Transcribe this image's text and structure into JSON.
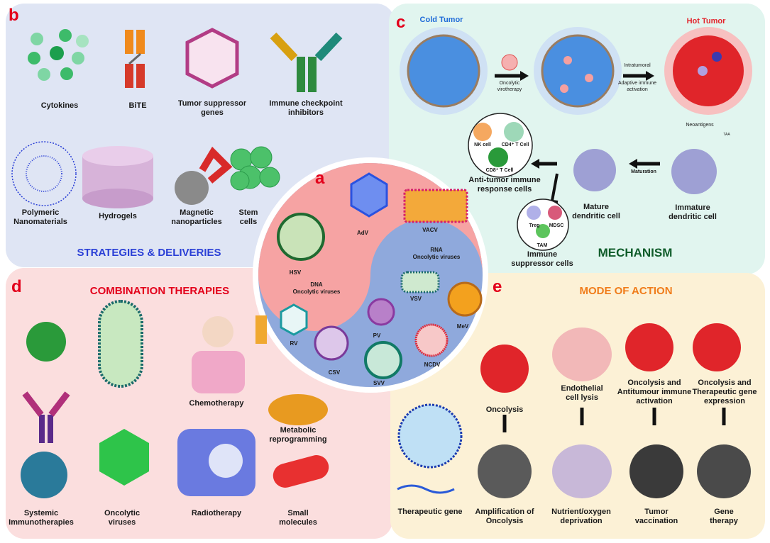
{
  "panels": {
    "a": {
      "letter": "a",
      "dna_title": "DNA",
      "dna_subtitle": "Oncolytic viruses",
      "rna_title": "RNA",
      "rna_subtitle": "Oncolytic viruses",
      "viruses": {
        "adv": "AdV",
        "vacv": "VACV",
        "hsv": "HSV",
        "vsv": "VSV",
        "mev": "MeV",
        "rv": "RV",
        "pv": "PV",
        "csv": "CSV",
        "ncdv": "NCDV",
        "svv": "SVV"
      }
    },
    "b": {
      "letter": "b",
      "title": "STRATEGIES & DELIVERIES",
      "items": {
        "cytokines": "Cytokines",
        "bite": "BiTE",
        "tsg1": "Tumor suppressor",
        "tsg2": "genes",
        "ici1": "Immune checkpoint",
        "ici2": "inhibitors",
        "poly1": "Polymeric",
        "poly2": "Nanomaterials",
        "hydrogels": "Hydrogels",
        "mag1": "Magnetic",
        "mag2": "nanoparticles",
        "stem1": "Stem",
        "stem2": "cells"
      }
    },
    "c": {
      "letter": "c",
      "title": "MECHANISM",
      "cold": "Cold Tumor",
      "hot": "Hot Tumor",
      "labels": {
        "ov1": "Oncolytic",
        "ov2": "virotherapy",
        "intra": "Intratumoral",
        "adapt1": "Adaptive immune",
        "adapt2": "activation",
        "neo": "Neoantigens",
        "taa": "TAA",
        "nk": "NK cell",
        "cd4": "CD4⁺ T Cell",
        "cd8": "CD8⁺ T Cell",
        "anti1": "Anti-tumor immune",
        "anti2": "response cells",
        "maturation": "Maturation",
        "mature1": "Mature",
        "mature2": "dendritic cell",
        "imm1": "Immature",
        "imm2": "dendritic cell",
        "treg": "Treg",
        "mdsc": "MDSC",
        "tam": "TAM",
        "sup1": "Immune",
        "sup2": "suppressor cells"
      }
    },
    "d": {
      "letter": "d",
      "title": "COMBINATION THERAPIES",
      "items": {
        "chemo": "Chemotherapy",
        "meta1": "Metabolic",
        "meta2": "reprogramming",
        "sys1": "Systemic",
        "sys2": "Immunotherapies",
        "ov1": "Oncolytic",
        "ov2": "viruses",
        "radio": "Radiotherapy",
        "small1": "Small",
        "small2": "molecules"
      }
    },
    "e": {
      "letter": "e",
      "title": "MODE OF ACTION",
      "items": {
        "oncolysis": "Oncolysis",
        "endo1": "Endothelial",
        "endo2": "cell lysis",
        "oai1": "Oncolysis and",
        "oai2": "Antitumour immune",
        "oai3": "activation",
        "otg1": "Oncolysis and",
        "otg2": "Therapeutic gene",
        "otg3": "expression",
        "tg": "Therapeutic gene",
        "amp1": "Amplification of",
        "amp2": "Oncolysis",
        "nut1": "Nutrient/oxygen",
        "nut2": "deprivation",
        "tv1": "Tumor",
        "tv2": "vaccination",
        "gt1": "Gene",
        "gt2": "therapy"
      }
    }
  },
  "colors": {
    "letter": "#e3001b",
    "strategies": "#2a3fd6",
    "mechanism": "#0f5c2a",
    "combination": "#e3001b",
    "mode": "#f07c1a",
    "cold": "#1e6ad8",
    "hot": "#e3222a"
  }
}
